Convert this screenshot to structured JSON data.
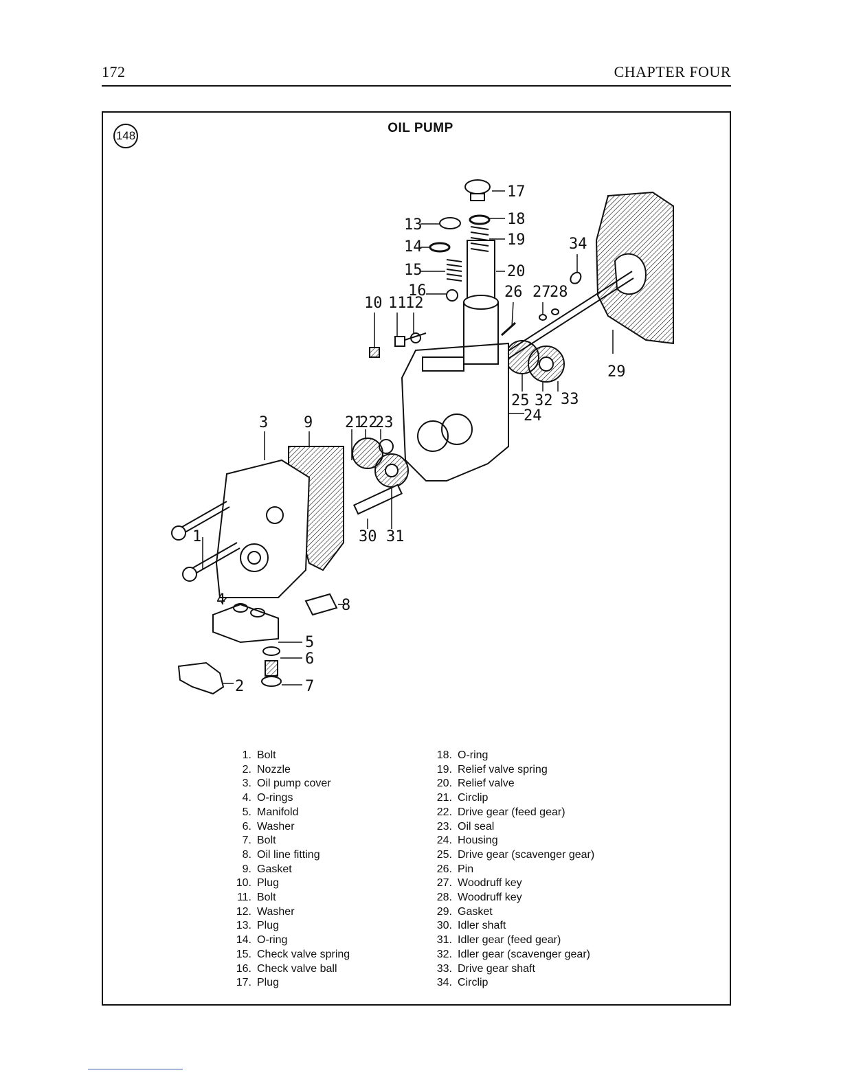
{
  "header": {
    "page_number": "172",
    "chapter": "CHAPTER FOUR"
  },
  "figure": {
    "number": "148",
    "title": "OIL PUMP",
    "callouts": [
      "1",
      "2",
      "3",
      "4",
      "5",
      "6",
      "7",
      "8",
      "9",
      "10",
      "11",
      "12",
      "13",
      "14",
      "15",
      "16",
      "17",
      "18",
      "19",
      "20",
      "21",
      "22",
      "23",
      "24",
      "25",
      "26",
      "27",
      "28",
      "29",
      "30",
      "31",
      "32",
      "33",
      "34"
    ]
  },
  "legend": {
    "left": [
      {
        "num": "1.",
        "text": "Bolt"
      },
      {
        "num": "2.",
        "text": "Nozzle"
      },
      {
        "num": "3.",
        "text": "Oil pump cover"
      },
      {
        "num": "4.",
        "text": "O-rings"
      },
      {
        "num": "5.",
        "text": "Manifold"
      },
      {
        "num": "6.",
        "text": "Washer"
      },
      {
        "num": "7.",
        "text": "Bolt"
      },
      {
        "num": "8.",
        "text": "Oil line fitting"
      },
      {
        "num": "9.",
        "text": "Gasket"
      },
      {
        "num": "10.",
        "text": "Plug"
      },
      {
        "num": "11.",
        "text": "Bolt"
      },
      {
        "num": "12.",
        "text": "Washer"
      },
      {
        "num": "13.",
        "text": "Plug"
      },
      {
        "num": "14.",
        "text": "O-ring"
      },
      {
        "num": "15.",
        "text": "Check valve spring"
      },
      {
        "num": "16.",
        "text": "Check valve ball"
      },
      {
        "num": "17.",
        "text": "Plug"
      }
    ],
    "right": [
      {
        "num": "18.",
        "text": "O-ring"
      },
      {
        "num": "19.",
        "text": "Relief valve spring"
      },
      {
        "num": "20.",
        "text": "Relief valve"
      },
      {
        "num": "21.",
        "text": "Circlip"
      },
      {
        "num": "22.",
        "text": "Drive gear (feed gear)"
      },
      {
        "num": "23.",
        "text": "Oil seal"
      },
      {
        "num": "24.",
        "text": "Housing"
      },
      {
        "num": "25.",
        "text": "Drive gear (scavenger gear)"
      },
      {
        "num": "26.",
        "text": "Pin"
      },
      {
        "num": "27.",
        "text": "Woodruff key"
      },
      {
        "num": "28.",
        "text": "Woodruff key"
      },
      {
        "num": "29.",
        "text": "Gasket"
      },
      {
        "num": "30.",
        "text": "Idler shaft"
      },
      {
        "num": "31.",
        "text": "Idler gear (feed gear)"
      },
      {
        "num": "32.",
        "text": "Idler gear (scavenger gear)"
      },
      {
        "num": "33.",
        "text": "Drive gear shaft"
      },
      {
        "num": "34.",
        "text": "Circlip"
      }
    ]
  }
}
